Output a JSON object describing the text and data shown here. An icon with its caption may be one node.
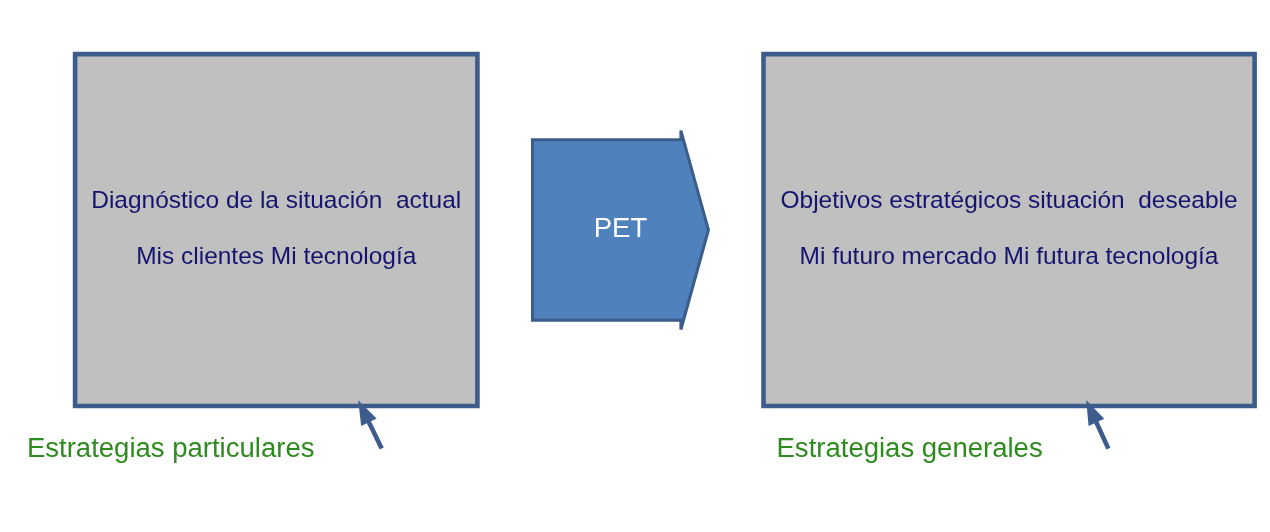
{
  "diagram": {
    "nodes": [
      {
        "text": [
          "Diagnóstico de la situación  actual",
          "Mis clientes Mi tecnología"
        ],
        "beside": [
          "Estrategias particulares"
        ]
      },
      {
        "text": [
          "PET"
        ]
      },
      {
        "text": [
          "Objetivos estratégicos situación  deseable",
          "Mi futuro mercado Mi futura tecnología"
        ],
        "beside": [
          "Estrategias generales"
        ]
      }
    ],
    "edges": [
      {
        "from": null,
        "to": 0,
        "arrow": "to"
      },
      {
        "from": null,
        "to": 2,
        "arrow": "to"
      }
    ]
  }
}
